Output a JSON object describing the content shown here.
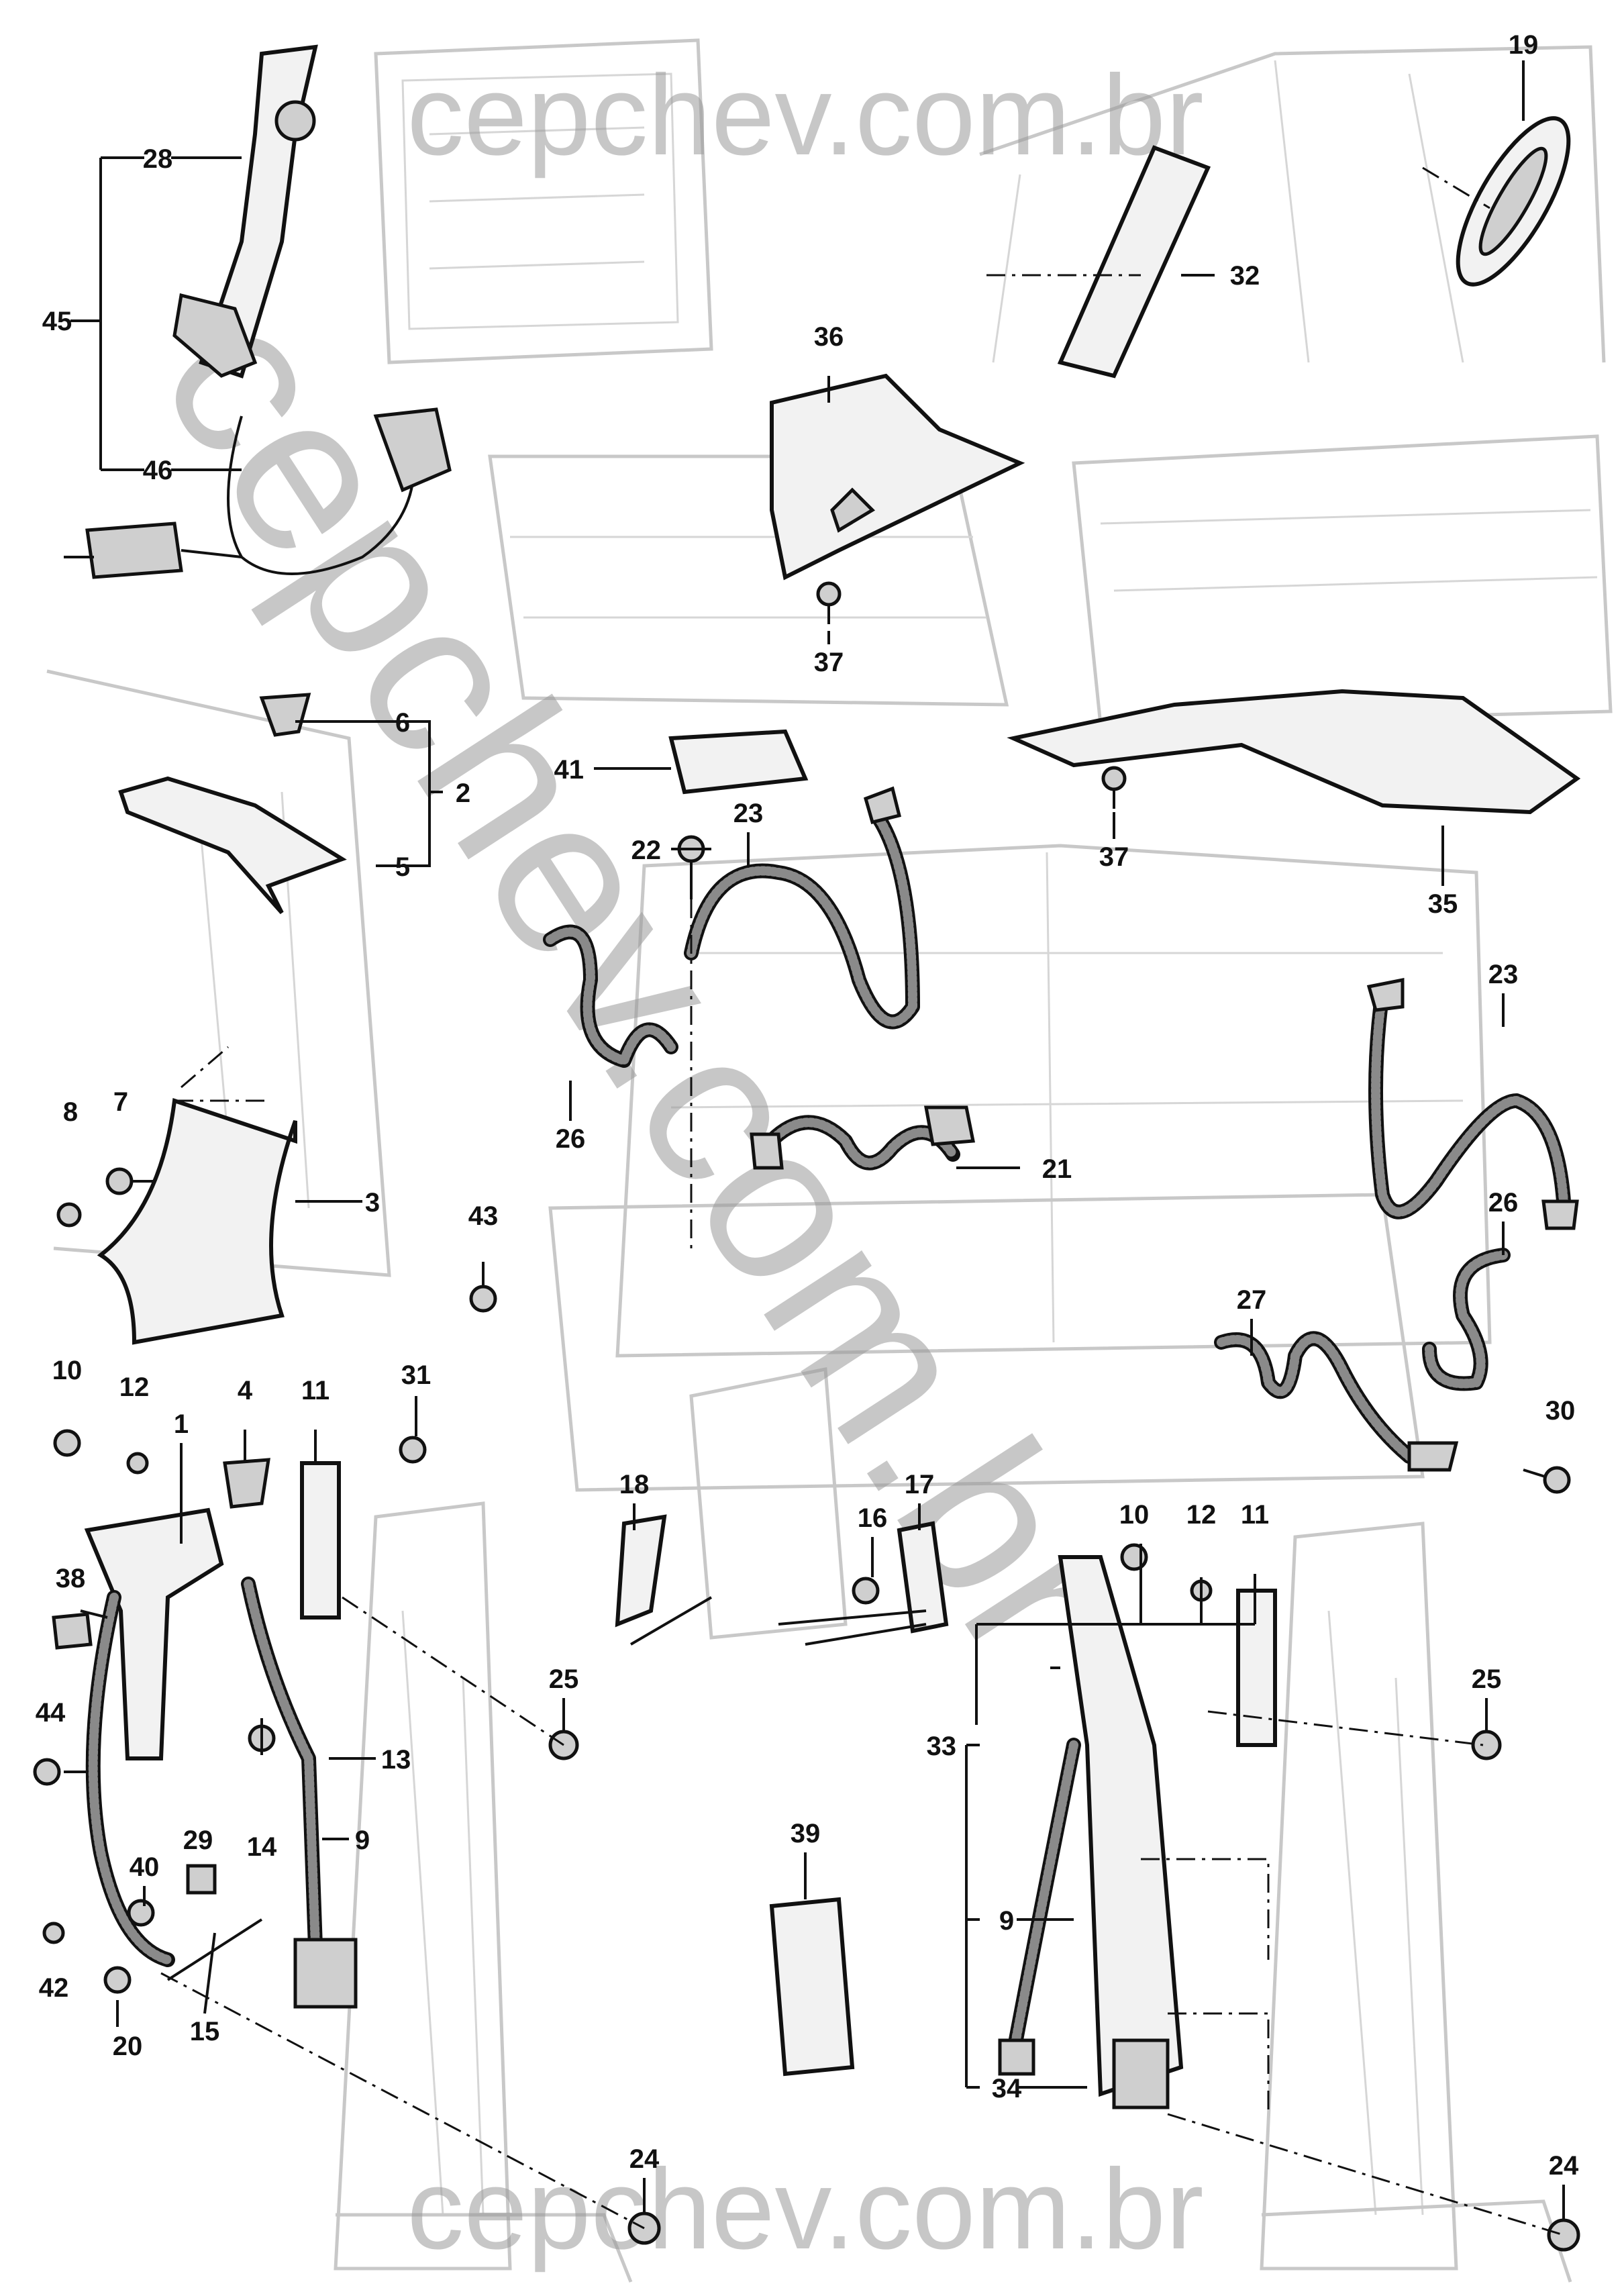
{
  "watermark": {
    "top": "cepchev.com.br",
    "bottom": "cepchev.com.br",
    "diagonal": "cepchev.com.br"
  },
  "callouts": [
    {
      "id": "c19",
      "text": "19"
    },
    {
      "id": "c28",
      "text": "28"
    },
    {
      "id": "c45",
      "text": "45"
    },
    {
      "id": "c46",
      "text": "46"
    },
    {
      "id": "c32",
      "text": "32"
    },
    {
      "id": "c36",
      "text": "36"
    },
    {
      "id": "c37a",
      "text": "37"
    },
    {
      "id": "c6",
      "text": "6"
    },
    {
      "id": "c2",
      "text": "2"
    },
    {
      "id": "c5",
      "text": "5"
    },
    {
      "id": "c41",
      "text": "41"
    },
    {
      "id": "c37b",
      "text": "37"
    },
    {
      "id": "c35",
      "text": "35"
    },
    {
      "id": "c22",
      "text": "22"
    },
    {
      "id": "c23a",
      "text": "23"
    },
    {
      "id": "c23b",
      "text": "23"
    },
    {
      "id": "c26a",
      "text": "26"
    },
    {
      "id": "c26b",
      "text": "26"
    },
    {
      "id": "c21",
      "text": "21"
    },
    {
      "id": "c8",
      "text": "8"
    },
    {
      "id": "c7",
      "text": "7"
    },
    {
      "id": "c3",
      "text": "3"
    },
    {
      "id": "c43",
      "text": "43"
    },
    {
      "id": "c27",
      "text": "27"
    },
    {
      "id": "c30",
      "text": "30"
    },
    {
      "id": "c10a",
      "text": "10"
    },
    {
      "id": "c12a",
      "text": "12"
    },
    {
      "id": "c1",
      "text": "1"
    },
    {
      "id": "c4",
      "text": "4"
    },
    {
      "id": "c11a",
      "text": "11"
    },
    {
      "id": "c31",
      "text": "31"
    },
    {
      "id": "c38",
      "text": "38"
    },
    {
      "id": "c44",
      "text": "44"
    },
    {
      "id": "c25a",
      "text": "25"
    },
    {
      "id": "c13",
      "text": "13"
    },
    {
      "id": "c14",
      "text": "14"
    },
    {
      "id": "c9a",
      "text": "9"
    },
    {
      "id": "c29",
      "text": "29"
    },
    {
      "id": "c40",
      "text": "40"
    },
    {
      "id": "c42",
      "text": "42"
    },
    {
      "id": "c20",
      "text": "20"
    },
    {
      "id": "c15",
      "text": "15"
    },
    {
      "id": "c24a",
      "text": "24"
    },
    {
      "id": "c18",
      "text": "18"
    },
    {
      "id": "c17",
      "text": "17"
    },
    {
      "id": "c16",
      "text": "16"
    },
    {
      "id": "c39",
      "text": "39"
    },
    {
      "id": "c10b",
      "text": "10"
    },
    {
      "id": "c12b",
      "text": "12"
    },
    {
      "id": "c11b",
      "text": "11"
    },
    {
      "id": "c25b",
      "text": "25"
    },
    {
      "id": "c33",
      "text": "33"
    },
    {
      "id": "c9b",
      "text": "9"
    },
    {
      "id": "c34",
      "text": "34"
    },
    {
      "id": "c24b",
      "text": "24"
    }
  ]
}
